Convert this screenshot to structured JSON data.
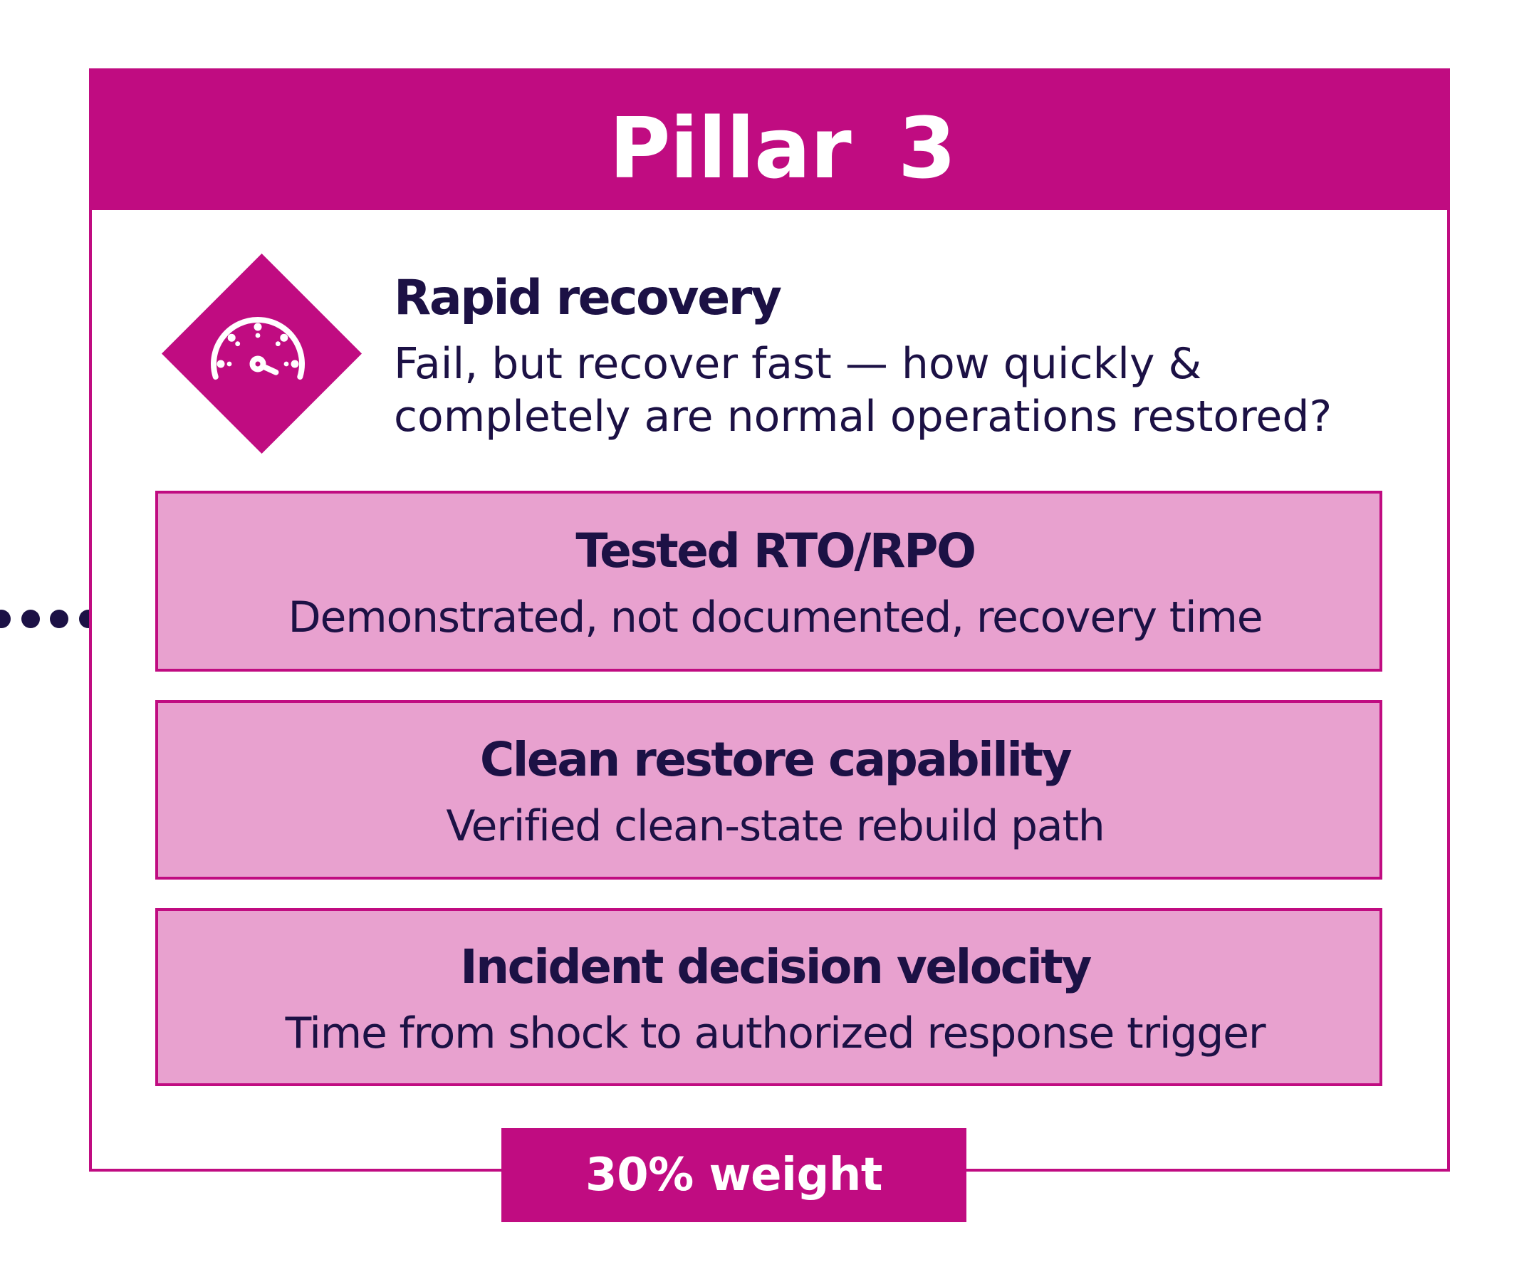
{
  "colors": {
    "magenta": "#c00c81",
    "pink": "#e8a1cf",
    "navy": "#1c1145",
    "white": "#ffffff"
  },
  "header": {
    "title": "Pillar 3"
  },
  "pillar": {
    "icon": "gauge-icon",
    "heading": "Rapid recovery",
    "description_lines": [
      "Fail, but recover fast — how quickly &",
      "completely are normal operations restored?"
    ]
  },
  "metrics": [
    {
      "title": "Tested RTO/RPO",
      "subtitle": "Demonstrated, not documented, recovery time"
    },
    {
      "title": "Clean restore capability",
      "subtitle": "Verified clean-state rebuild path"
    },
    {
      "title": "Incident decision velocity",
      "subtitle": "Time from shock to authorized response trigger"
    }
  ],
  "footer": {
    "weight_label": "30% weight"
  }
}
